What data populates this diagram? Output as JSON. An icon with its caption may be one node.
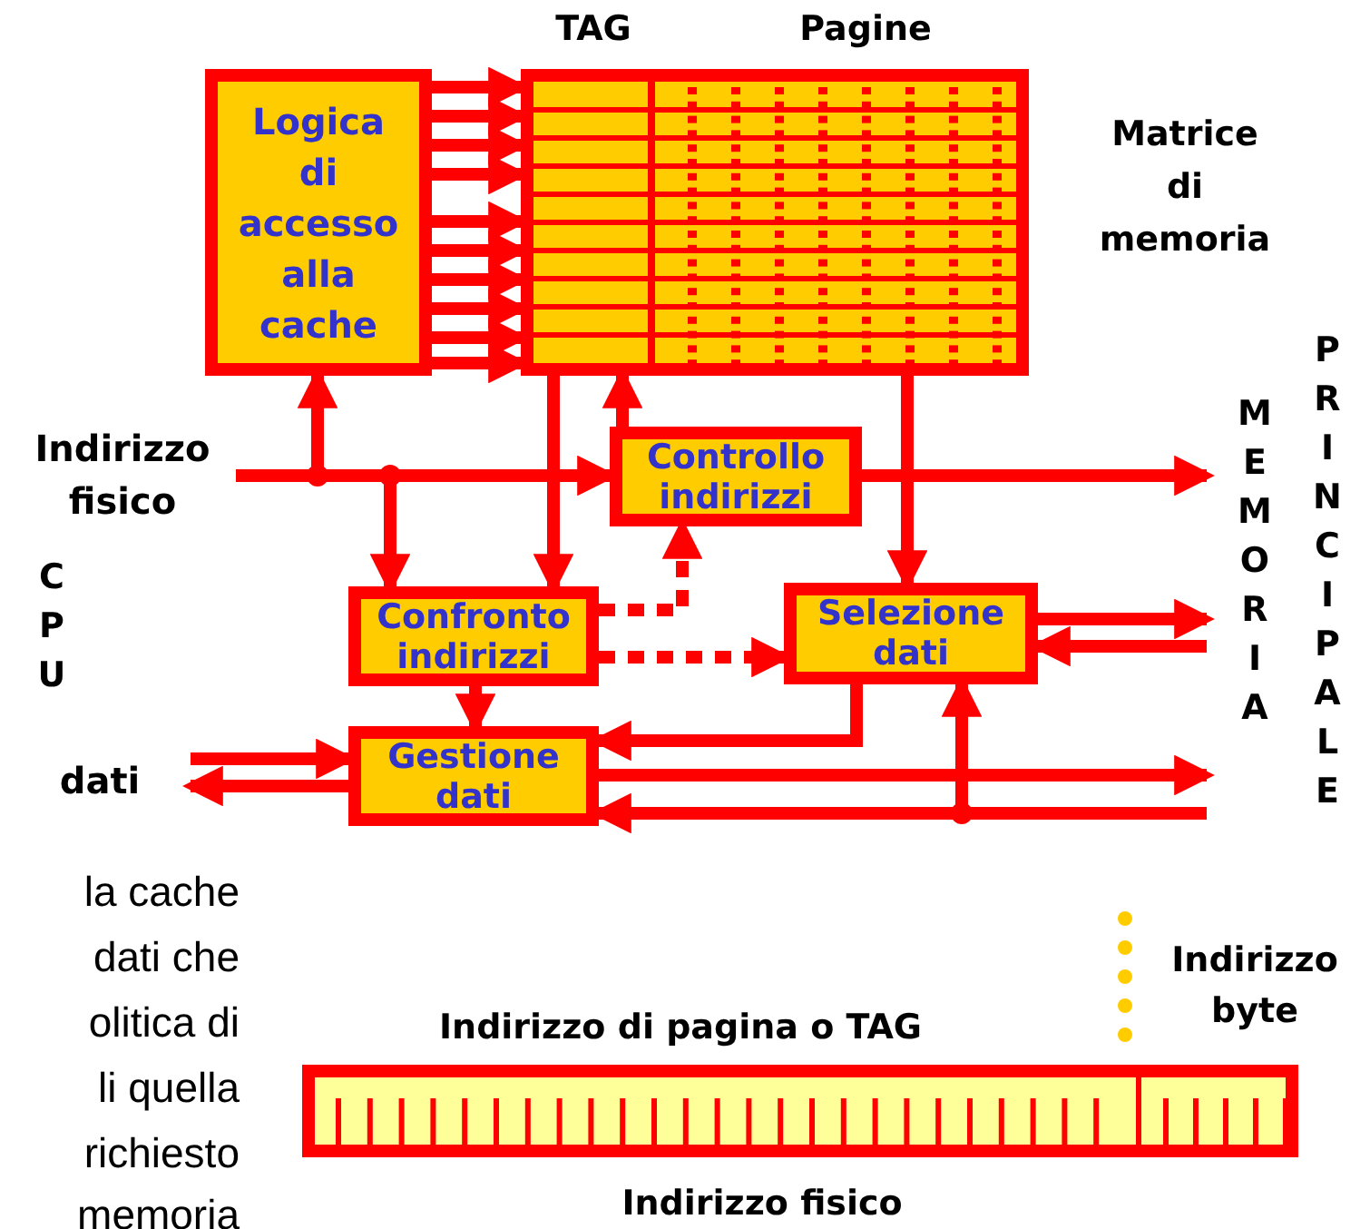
{
  "diagram": {
    "nodes": [
      {
        "text": [
          "Logica di accesso alla cache"
        ]
      },
      {
        "text": [
          "TAG",
          "Pagine"
        ],
        "beside": [
          "Matrice di memoria"
        ]
      },
      {
        "text": [
          "Controllo indirizzi"
        ]
      },
      {
        "text": [
          "Confronto indirizzi"
        ]
      },
      {
        "text": [
          "Selezione dati"
        ]
      },
      {
        "text": [
          "Gestione dati"
        ]
      },
      {
        "text": [
          "Indirizzo fisico"
        ]
      }
    ],
    "edges": [
      {
        "from": 0,
        "to": 1,
        "arrow": "to"
      },
      {
        "from": 6,
        "to": 0,
        "arrow": "to"
      },
      {
        "from": 6,
        "to": 3,
        "arrow": "to"
      },
      {
        "from": 6,
        "to": 2,
        "arrow": "to"
      },
      {
        "from": 2,
        "to": null,
        "arrow": "to"
      },
      {
        "from": 1,
        "to": 3,
        "arrow": "to"
      },
      {
        "from": 2,
        "to": 1,
        "arrow": "to"
      },
      {
        "from": 1,
        "to": 4,
        "arrow": "to"
      },
      {
        "from": 3,
        "to": 2,
        "arrow": "to",
        "style": "dashed"
      },
      {
        "from": 3,
        "to": 4,
        "arrow": "to",
        "style": "dashed"
      },
      {
        "from": 4,
        "to": null,
        "arrow": "to"
      },
      {
        "from": null,
        "to": 4,
        "arrow": "to"
      },
      {
        "from": 3,
        "to": 5,
        "arrow": "to"
      },
      {
        "from": 4,
        "to": 5,
        "arrow": "to"
      },
      {
        "from": null,
        "to": 5,
        "arrow": "to"
      },
      {
        "from": 5,
        "to": null,
        "arrow": "to"
      },
      {
        "from": 5,
        "to": null,
        "arrow": "to"
      },
      {
        "from": null,
        "to": 5,
        "arrow": "to"
      },
      {
        "from": null,
        "to": 4,
        "arrow": "to"
      },
      {
        "from": 0,
        "to": 1,
        "arrow": "to"
      },
      {
        "from": 0,
        "to": 1,
        "arrow": "to"
      },
      {
        "from": 0,
        "to": 1,
        "arrow": "to"
      },
      {
        "from": 0,
        "to": 1,
        "arrow": "to"
      },
      {
        "from": 0,
        "to": 1,
        "arrow": "to"
      },
      {
        "from": 0,
        "to": 1,
        "arrow": "to"
      },
      {
        "from": 0,
        "to": 1,
        "arrow": "to"
      },
      {
        "from": 0,
        "to": 1,
        "arrow": "to"
      },
      {
        "from": 0,
        "to": 1,
        "arrow": "to"
      }
    ],
    "labels": [
      "MEMORIA",
      "PRINCIPALE",
      "CPU",
      "dati",
      "la cache",
      "dati che",
      "olitica di",
      "li quella",
      "richiesto",
      "memoria",
      "Indirizzo byte",
      "Indirizzo di pagina o TAG",
      "Indirizzo fisico"
    ]
  }
}
